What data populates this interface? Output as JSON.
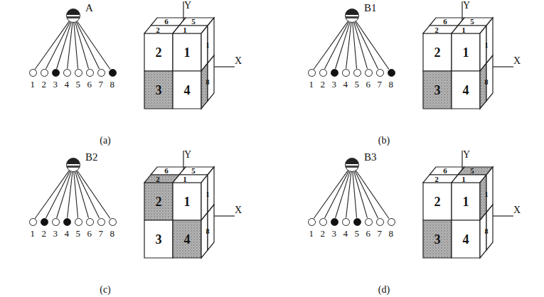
{
  "diagram": {
    "nodes": [
      {
        "text": [
          "A"
        ]
      },
      {
        "text": [
          "1"
        ]
      },
      {
        "text": [
          "2"
        ]
      },
      {
        "text": [
          "3"
        ]
      },
      {
        "text": [
          "4"
        ]
      },
      {
        "text": [
          "5"
        ]
      },
      {
        "text": [
          "6"
        ]
      },
      {
        "text": [
          "7"
        ]
      },
      {
        "text": [
          "8"
        ]
      },
      {
        "text": [
          "B1"
        ]
      },
      {
        "text": [
          "1"
        ]
      },
      {
        "text": [
          "2"
        ]
      },
      {
        "text": [
          "3"
        ]
      },
      {
        "text": [
          "4"
        ]
      },
      {
        "text": [
          "5"
        ]
      },
      {
        "text": [
          "6"
        ]
      },
      {
        "text": [
          "7"
        ]
      },
      {
        "text": [
          "8"
        ]
      },
      {
        "text": [
          "B2"
        ]
      },
      {
        "text": [
          "1"
        ]
      },
      {
        "text": [
          "2"
        ]
      },
      {
        "text": [
          "3"
        ]
      },
      {
        "text": [
          "4"
        ]
      },
      {
        "text": [
          "5"
        ]
      },
      {
        "text": [
          "6"
        ]
      },
      {
        "text": [
          "7"
        ]
      },
      {
        "text": [
          "8"
        ]
      },
      {
        "text": [
          "B3"
        ]
      },
      {
        "text": [
          "1"
        ]
      },
      {
        "text": [
          "2"
        ]
      },
      {
        "text": [
          "3"
        ]
      },
      {
        "text": [
          "4"
        ]
      },
      {
        "text": [
          "5"
        ]
      },
      {
        "text": [
          "6"
        ]
      },
      {
        "text": [
          "7"
        ]
      },
      {
        "text": [
          "8"
        ]
      }
    ],
    "edges": [
      {
        "from": 0,
        "to": 1,
        "arrow": "none"
      },
      {
        "from": 0,
        "to": 2,
        "arrow": "none"
      },
      {
        "from": 0,
        "to": 3,
        "arrow": "none"
      },
      {
        "from": 0,
        "to": 4,
        "arrow": "none"
      },
      {
        "from": 0,
        "to": 5,
        "arrow": "none"
      },
      {
        "from": 0,
        "to": 6,
        "arrow": "none"
      },
      {
        "from": 0,
        "to": 7,
        "arrow": "none"
      },
      {
        "from": 0,
        "to": 8,
        "arrow": "none"
      },
      {
        "from": 9,
        "to": 10,
        "arrow": "none"
      },
      {
        "from": 9,
        "to": 11,
        "arrow": "none"
      },
      {
        "from": 9,
        "to": 12,
        "arrow": "none"
      },
      {
        "from": 9,
        "to": 13,
        "arrow": "none"
      },
      {
        "from": 9,
        "to": 14,
        "arrow": "none"
      },
      {
        "from": 9,
        "to": 15,
        "arrow": "none"
      },
      {
        "from": 9,
        "to": 16,
        "arrow": "none"
      },
      {
        "from": 9,
        "to": 17,
        "arrow": "none"
      },
      {
        "from": 18,
        "to": 19,
        "arrow": "none"
      },
      {
        "from": 18,
        "to": 20,
        "arrow": "none"
      },
      {
        "from": 18,
        "to": 21,
        "arrow": "none"
      },
      {
        "from": 18,
        "to": 22,
        "arrow": "none"
      },
      {
        "from": 18,
        "to": 23,
        "arrow": "none"
      },
      {
        "from": 18,
        "to": 24,
        "arrow": "none"
      },
      {
        "from": 18,
        "to": 25,
        "arrow": "none"
      },
      {
        "from": 18,
        "to": 26,
        "arrow": "none"
      },
      {
        "from": 27,
        "to": 28,
        "arrow": "none"
      },
      {
        "from": 27,
        "to": 29,
        "arrow": "none"
      },
      {
        "from": 27,
        "to": 30,
        "arrow": "none"
      },
      {
        "from": 27,
        "to": 31,
        "arrow": "none"
      },
      {
        "from": 27,
        "to": 32,
        "arrow": "none"
      },
      {
        "from": 27,
        "to": 33,
        "arrow": "none"
      },
      {
        "from": 27,
        "to": 34,
        "arrow": "none"
      },
      {
        "from": 27,
        "to": 35,
        "arrow": "none"
      }
    ],
    "labels": [
      "Y",
      "X",
      "6",
      "5",
      "2",
      "1",
      "2",
      "1",
      "3",
      "4",
      "1",
      "8",
      "(a)",
      "Y",
      "X",
      "6",
      "5",
      "2",
      "1",
      "2",
      "1",
      "3",
      "4",
      "1",
      "8",
      "(b)",
      "Y",
      "X",
      "6",
      "5",
      "2",
      "1",
      "2",
      "1",
      "3",
      "4",
      "1",
      "8",
      "(c)",
      "Y",
      "X",
      "6",
      "5",
      "2",
      "1",
      "2",
      "1",
      "3",
      "4",
      "1",
      "8",
      "(d)"
    ]
  }
}
